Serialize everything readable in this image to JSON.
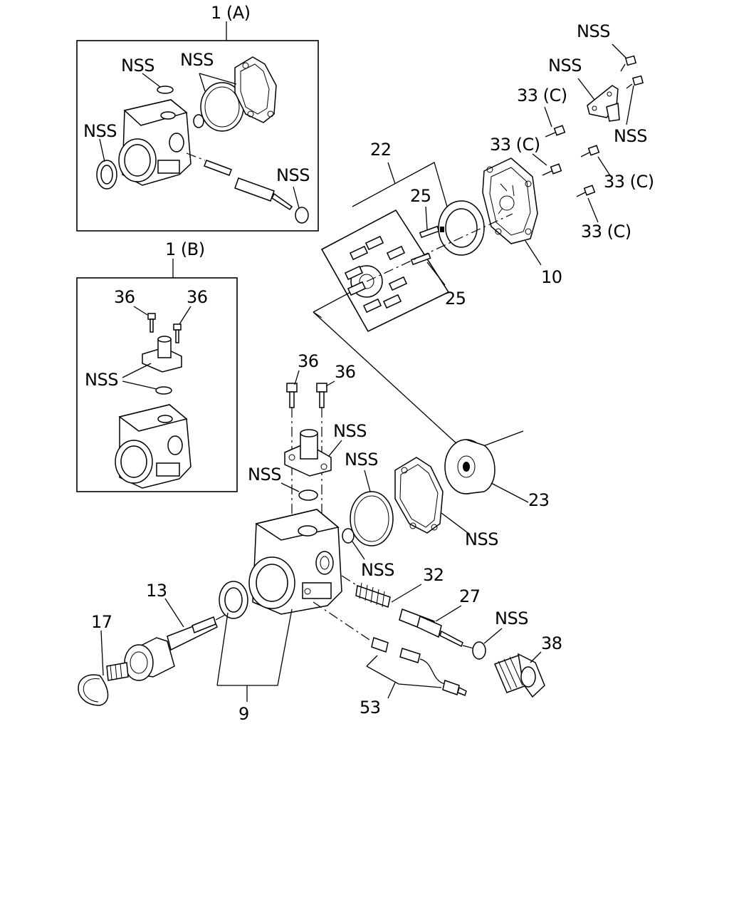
{
  "labels": {
    "l_1a": "1 (A)",
    "l_1b": "1 (B)",
    "l_nss_a1": "NSS",
    "l_nss_a2": "NSS",
    "l_nss_a3": "NSS",
    "l_nss_a4": "NSS",
    "l_nss_b1": "NSS",
    "l_36_b1": "36",
    "l_36_b2": "36",
    "l_nss_tr1": "NSS",
    "l_nss_tr2": "NSS",
    "l_nss_tr3": "NSS",
    "l_33c_1": "33 (C)",
    "l_33c_2": "33 (C)",
    "l_33c_3": "33 (C)",
    "l_33c_4": "33 (C)",
    "l_22": "22",
    "l_25a": "25",
    "l_25b": "25",
    "l_10": "10",
    "l_36_m1": "36",
    "l_36_m2": "36",
    "l_nss_m1": "NSS",
    "l_nss_m2": "NSS",
    "l_nss_m3": "NSS",
    "l_nss_m4": "NSS",
    "l_nss_m5": "NSS",
    "l_nss_m6": "NSS",
    "l_23": "23",
    "l_32": "32",
    "l_27": "27",
    "l_38": "38",
    "l_13": "13",
    "l_17": "17",
    "l_9": "9",
    "l_53": "53"
  }
}
